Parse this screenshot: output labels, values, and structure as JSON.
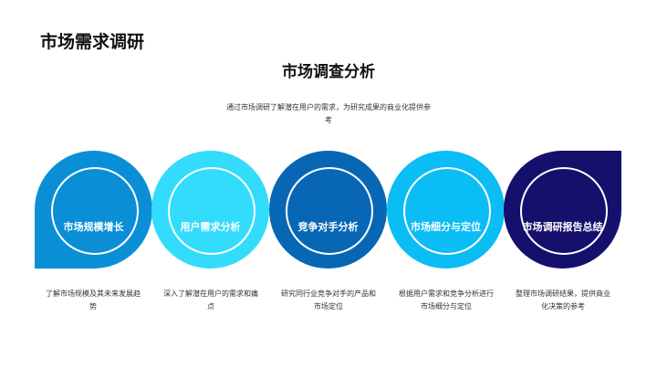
{
  "page": {
    "title": "市场需求调研"
  },
  "section": {
    "title": "市场调查分析",
    "intro": "通过市场调研了解潜在用户的需求，为研究成果的商业化提供参考"
  },
  "colors": {
    "step1": "#0a8fd6",
    "step2": "#33dcfb",
    "step3": "#0867b5",
    "step4": "#0bbdf5",
    "step5": "#15106b",
    "ring": "#ffffff"
  },
  "steps": [
    {
      "label": "市场规模增长",
      "description": "了解市场规模及其未来发展趋势"
    },
    {
      "label": "用户需求分析",
      "description": "深入了解潜在用户的需求和痛点"
    },
    {
      "label": "竞争对手分析",
      "description": "研究同行业竞争对手的产品和市场定位"
    },
    {
      "label": "市场细分与定位",
      "description": "根据用户需求和竞争分析进行市场细分与定位"
    },
    {
      "label": "市场调研报告总结",
      "description": "整理市场调研结果，提供商业化决策的参考"
    }
  ]
}
